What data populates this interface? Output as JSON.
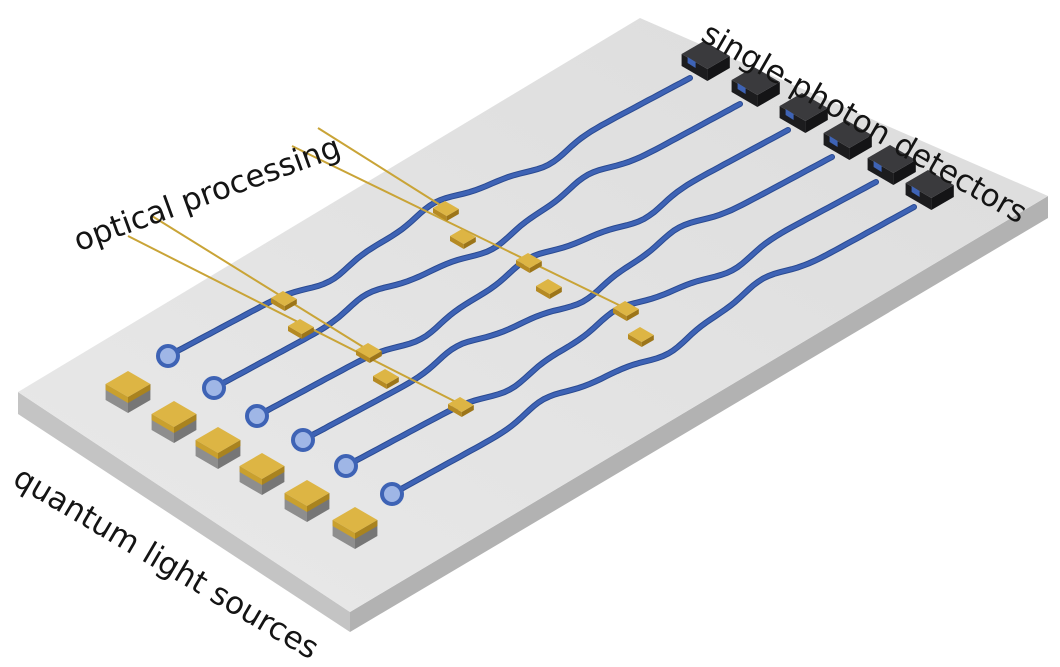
{
  "labels": {
    "optical_processing": "optical processing",
    "single_photon_detectors": "single-photon detectors",
    "quantum_light_sources": "quantum light sources"
  },
  "colors": {
    "chip_top": "#e4e4e4",
    "chip_side": "#c2c2c2",
    "waveguide": "#3e63b5",
    "gold": "#ddb544",
    "detector": "#2a2a2c",
    "wire": "#c9a437"
  },
  "components": {
    "sources": 6,
    "ring_resonators": 6,
    "detectors": 6,
    "phase_shifter_pads": 11
  }
}
